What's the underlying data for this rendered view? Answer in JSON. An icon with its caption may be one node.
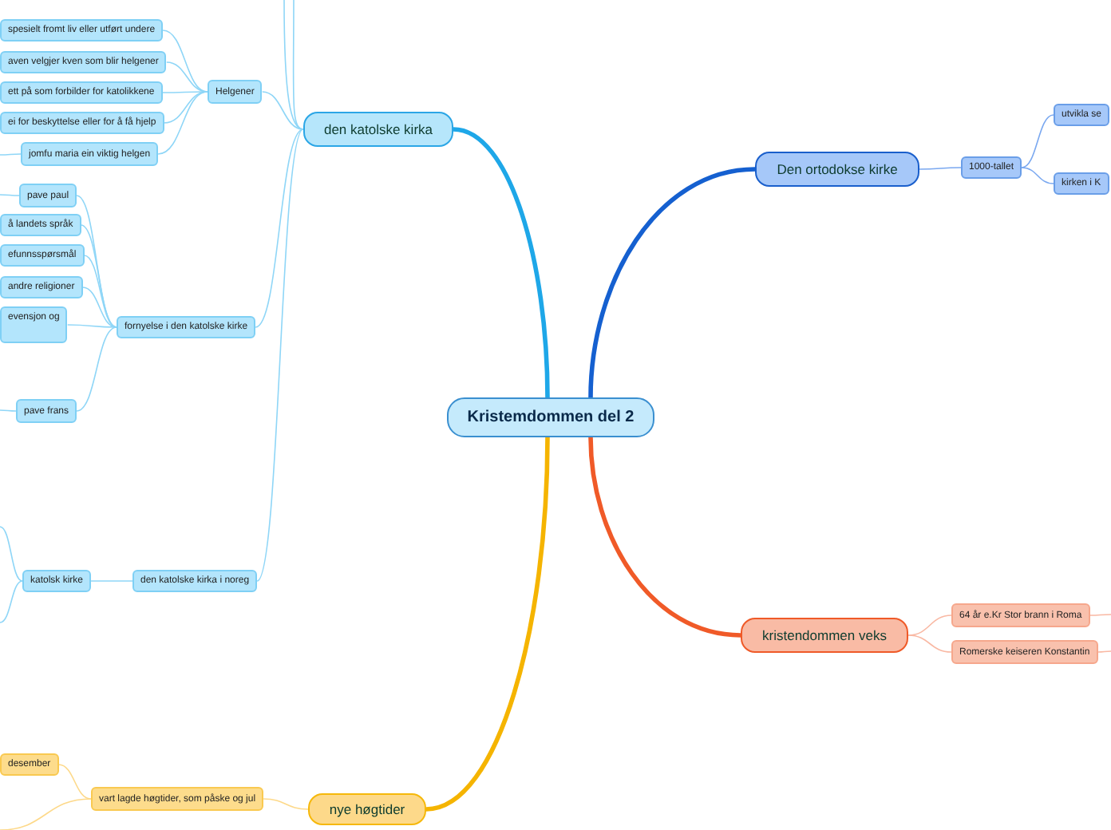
{
  "diagram": {
    "nodes": [
      {
        "text": [
          "Kristemdommen del 2"
        ]
      },
      {
        "text": [
          "den katolske kirka"
        ]
      },
      {
        "text": [
          "Helgener"
        ]
      },
      {
        "text": [
          "spesielt fromt liv eller utført undere"
        ]
      },
      {
        "text": [
          "aven velgjer kven som blir helgener"
        ]
      },
      {
        "text": [
          "ett på som forbilder for katolikkene"
        ]
      },
      {
        "text": [
          "ei for beskyttelse eller for å få hjelp"
        ]
      },
      {
        "text": [
          "jomfu maria ein viktig helgen"
        ]
      },
      {
        "text": [
          "fornyelse i den katolske kirke"
        ]
      },
      {
        "text": [
          "pave paul"
        ]
      },
      {
        "text": [
          "å landets språk"
        ]
      },
      {
        "text": [
          "efunnsspørsmål"
        ]
      },
      {
        "text": [
          "andre religioner"
        ]
      },
      {
        "text": [
          "evensjon og"
        ]
      },
      {
        "text": [
          "pave frans"
        ]
      },
      {
        "text": [
          "den katolske kirka i noreg"
        ]
      },
      {
        "text": [
          "katolsk kirke"
        ]
      },
      {
        "text": [
          "Den ortodokse kirke"
        ]
      },
      {
        "text": [
          "1000-tallet"
        ]
      },
      {
        "text": [
          "utvikla se"
        ]
      },
      {
        "text": [
          "kirken i K"
        ]
      },
      {
        "text": [
          "kristendommen veks"
        ]
      },
      {
        "text": [
          "64 år e.Kr Stor brann i Roma"
        ]
      },
      {
        "text": [
          "Romerske keiseren Konstantin"
        ]
      },
      {
        "text": [
          "nye høgtider"
        ]
      },
      {
        "text": [
          "vart lagde høgtider, som påske og jul"
        ]
      },
      {
        "text": [
          "desember"
        ]
      }
    ],
    "edges": [
      {
        "from": 0,
        "to": 1,
        "arrow": "none",
        "style": "thick",
        "color": "#1ea7e8"
      },
      {
        "from": 0,
        "to": 17,
        "arrow": "none",
        "style": "thick",
        "color": "#1560d0"
      },
      {
        "from": 0,
        "to": 21,
        "arrow": "none",
        "style": "thick",
        "color": "#f05a28"
      },
      {
        "from": 0,
        "to": 24,
        "arrow": "none",
        "style": "thick",
        "color": "#f5b400"
      },
      {
        "from": 1,
        "to": 2,
        "arrow": "none"
      },
      {
        "from": 1,
        "to": 8,
        "arrow": "none"
      },
      {
        "from": 1,
        "to": 15,
        "arrow": "none"
      },
      {
        "from": 1,
        "to": null,
        "arrow": "none"
      },
      {
        "from": 1,
        "to": null,
        "arrow": "none"
      },
      {
        "from": 2,
        "to": 3,
        "arrow": "none"
      },
      {
        "from": 2,
        "to": 4,
        "arrow": "none"
      },
      {
        "from": 2,
        "to": 5,
        "arrow": "none"
      },
      {
        "from": 2,
        "to": 6,
        "arrow": "none"
      },
      {
        "from": 2,
        "to": 7,
        "arrow": "none"
      },
      {
        "from": 7,
        "to": null,
        "arrow": "none"
      },
      {
        "from": 8,
        "to": 9,
        "arrow": "none"
      },
      {
        "from": 8,
        "to": 10,
        "arrow": "none"
      },
      {
        "from": 8,
        "to": 11,
        "arrow": "none"
      },
      {
        "from": 8,
        "to": 12,
        "arrow": "none"
      },
      {
        "from": 8,
        "to": 13,
        "arrow": "none"
      },
      {
        "from": 8,
        "to": 14,
        "arrow": "none"
      },
      {
        "from": 9,
        "to": null,
        "arrow": "none"
      },
      {
        "from": 14,
        "to": null,
        "arrow": "none"
      },
      {
        "from": 15,
        "to": 16,
        "arrow": "none"
      },
      {
        "from": 16,
        "to": null,
        "arrow": "none"
      },
      {
        "from": 16,
        "to": null,
        "arrow": "none"
      },
      {
        "from": 17,
        "to": 18,
        "arrow": "none",
        "color": "#7aa8f0"
      },
      {
        "from": 18,
        "to": 19,
        "arrow": "none",
        "color": "#7aa8f0"
      },
      {
        "from": 18,
        "to": 20,
        "arrow": "none",
        "color": "#7aa8f0"
      },
      {
        "from": 21,
        "to": 22,
        "arrow": "none",
        "color": "#f9b8a3"
      },
      {
        "from": 21,
        "to": 23,
        "arrow": "none",
        "color": "#f9b8a3"
      },
      {
        "from": 22,
        "to": null,
        "arrow": "none",
        "color": "#f9b8a3"
      },
      {
        "from": 23,
        "to": null,
        "arrow": "none",
        "color": "#f9b8a3"
      },
      {
        "from": 24,
        "to": 25,
        "arrow": "none",
        "color": "#fdd98a"
      },
      {
        "from": 25,
        "to": 26,
        "arrow": "none",
        "color": "#fdd98a"
      },
      {
        "from": 25,
        "to": null,
        "arrow": "none",
        "color": "#fdd98a"
      }
    ]
  }
}
